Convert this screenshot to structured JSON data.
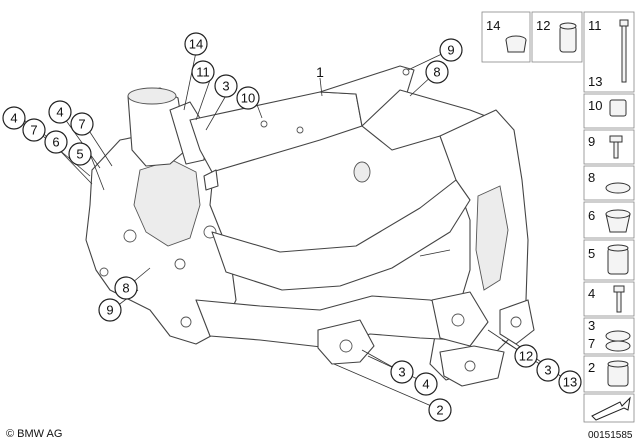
{
  "diagram": {
    "brand": "© BMW AG",
    "doc_id": "00151585",
    "main_part_label": "1",
    "callouts": [
      "14",
      "11",
      "3",
      "10",
      "9",
      "8",
      "4",
      "7",
      "6",
      "5",
      "4",
      "7",
      "8",
      "9",
      "12",
      "3",
      "13",
      "3",
      "4",
      "2"
    ],
    "legend": [
      {
        "num": "14",
        "icon": "cap-icon"
      },
      {
        "num": "12",
        "icon": "bush-icon"
      },
      {
        "num": "11",
        "icon": "long-bolt-icon"
      },
      {
        "num": "13",
        "icon": "long-bolt-tip-icon"
      },
      {
        "num": "10",
        "icon": "nut-icon"
      },
      {
        "num": "9",
        "icon": "screw-icon"
      },
      {
        "num": "8",
        "icon": "washer-icon"
      },
      {
        "num": "6",
        "icon": "rubber-mount-icon"
      },
      {
        "num": "5",
        "icon": "sleeve-icon"
      },
      {
        "num": "4",
        "icon": "bolt-icon"
      },
      {
        "num": "3",
        "icon": "spacer-icon"
      },
      {
        "num": "7",
        "icon": "spacer-icon"
      },
      {
        "num": "2",
        "icon": "bushing-icon"
      }
    ]
  }
}
